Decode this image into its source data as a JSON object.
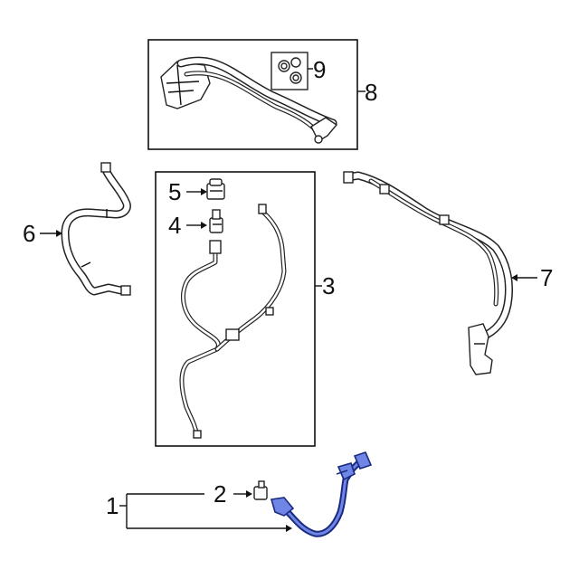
{
  "callouts": {
    "c1": "1",
    "c2": "2",
    "c3": "3",
    "c4": "4",
    "c5": "5",
    "c6": "6",
    "c7": "7",
    "c8": "8",
    "c9": "9"
  },
  "colors": {
    "highlight_part": "#1a2a80",
    "highlight_fill": "#6f86e6",
    "line_art": "#222222"
  }
}
